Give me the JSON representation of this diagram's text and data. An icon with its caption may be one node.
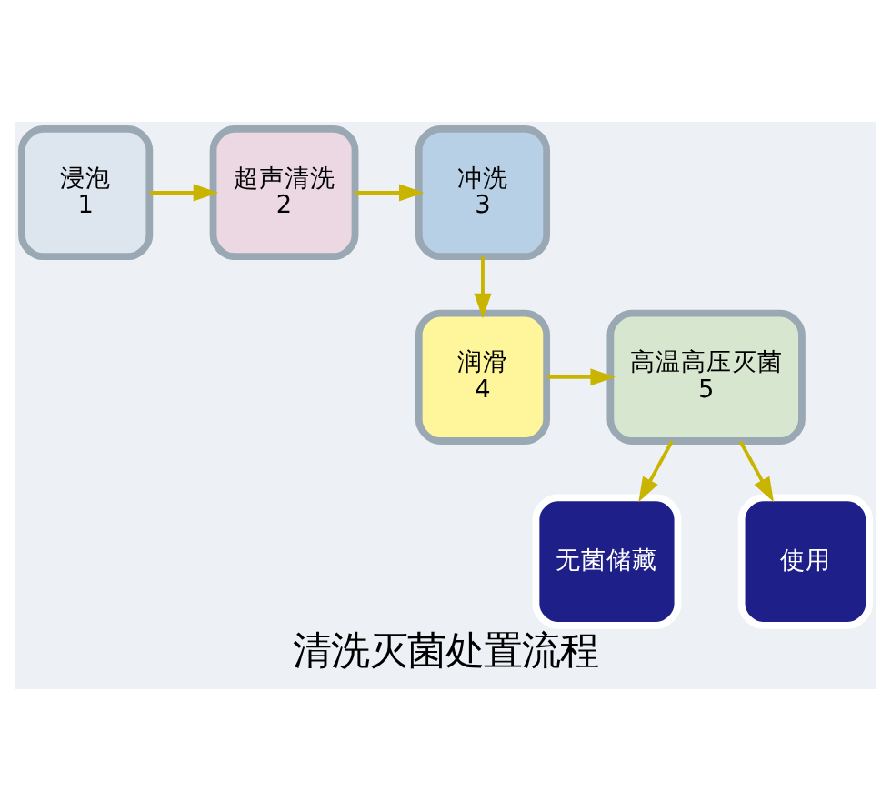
{
  "diagram": {
    "title": "清洗灭菌处置流程",
    "nodes": [
      {
        "text": [
          "浸泡",
          "1"
        ]
      },
      {
        "text": [
          "超声清洗",
          "2"
        ]
      },
      {
        "text": [
          "冲洗",
          "3"
        ]
      },
      {
        "text": [
          "润滑",
          "4"
        ]
      },
      {
        "text": [
          "高温高压灭菌",
          "5"
        ]
      },
      {
        "text": [
          "无菌储藏"
        ]
      },
      {
        "text": [
          "使用"
        ]
      }
    ],
    "edges": [
      {
        "from": 0,
        "to": 1,
        "arrow": "to"
      },
      {
        "from": 1,
        "to": 2,
        "arrow": "to"
      },
      {
        "from": 2,
        "to": 3,
        "arrow": "to"
      },
      {
        "from": 3,
        "to": 4,
        "arrow": "to"
      },
      {
        "from": 4,
        "to": 5,
        "arrow": "to"
      },
      {
        "from": 4,
        "to": 6,
        "arrow": "to"
      }
    ]
  }
}
